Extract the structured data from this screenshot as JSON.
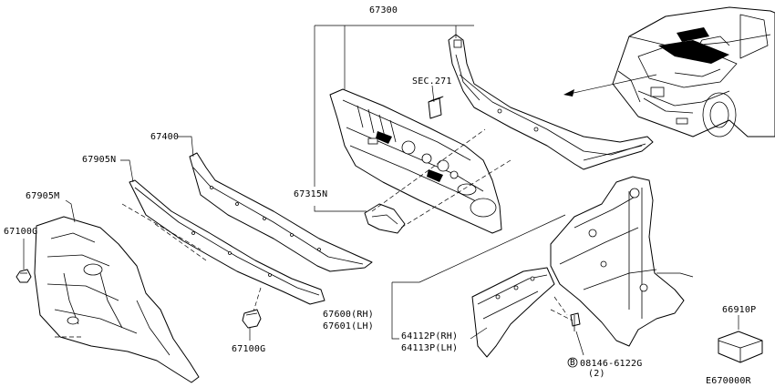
{
  "labels": {
    "p67300": "67300",
    "sec271": "SEC.271",
    "p67315n": "67315N",
    "p67400": "67400",
    "p67905n": "67905N",
    "p67905m": "67905M",
    "p67100g_left": "67100G",
    "p67100g_bottom": "67100G",
    "p67600": "67600(RH)",
    "p67601": "67601(LH)",
    "p64112p": "64112P(RH)",
    "p64113p": "64113P(LH)",
    "bolt_circle": "B",
    "bolt_part": "08146-6122G",
    "bolt_qty": "(2)",
    "p66910p": "66910P",
    "diagram_code": "E670000R"
  }
}
